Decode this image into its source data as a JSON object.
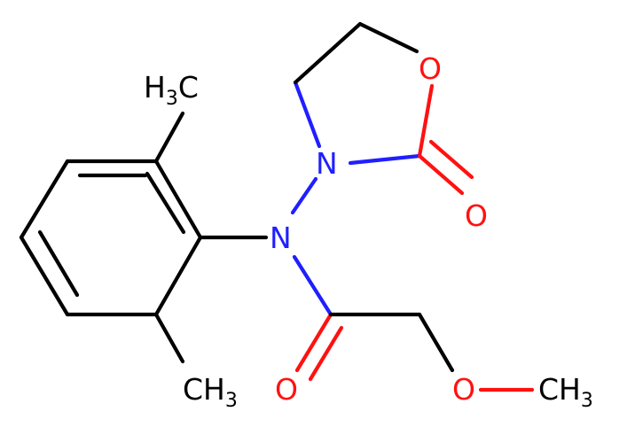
{
  "colors": {
    "carbon": "#000000",
    "nitrogen": "#1f1fff",
    "oxygen": "#ff1111",
    "background": "#ffffff"
  },
  "atoms": {
    "methyl_top": {
      "main": "H",
      "sub": "3",
      "tail": "C"
    },
    "methyl_bottom": {
      "main": "CH",
      "sub": "3"
    },
    "n_amide": "N",
    "n_ring": "N",
    "o_ring": "O",
    "o_ring_carbonyl": "O",
    "o_amide_carbonyl": "O",
    "o_ether": "O",
    "methyl_ether": {
      "main": "CH",
      "sub": "3"
    }
  }
}
